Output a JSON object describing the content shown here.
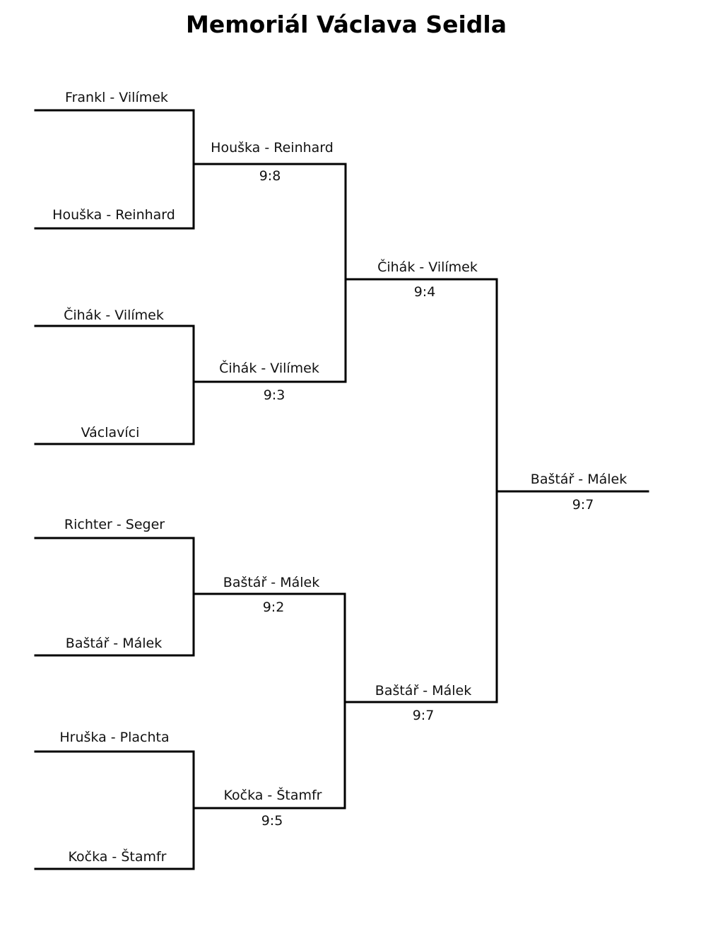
{
  "title": "Memoriál Václava Seidla",
  "round1": [
    {
      "team": "Frankl - Vilímek"
    },
    {
      "team": "Houška - Reinhard"
    },
    {
      "team": "Čihák - Vilímek"
    },
    {
      "team": "Václavíci"
    },
    {
      "team": "Richter - Seger"
    },
    {
      "team": "Baštář - Málek"
    },
    {
      "team": "Hruška - Plachta"
    },
    {
      "team": "Kočka - Štamfr"
    }
  ],
  "round2": [
    {
      "winner": "Houška - Reinhard",
      "score": "9:8"
    },
    {
      "winner": "Čihák - Vilímek",
      "score": "9:3"
    },
    {
      "winner": "Baštář - Málek",
      "score": "9:2"
    },
    {
      "winner": "Kočka - Štamfr",
      "score": "9:5"
    }
  ],
  "semifinals": [
    {
      "winner": "Čihák - Vilímek",
      "score": "9:4"
    },
    {
      "winner": "Baštář - Málek",
      "score": "9:7"
    }
  ],
  "final": {
    "winner": "Baštář - Málek",
    "score": "9:7"
  }
}
